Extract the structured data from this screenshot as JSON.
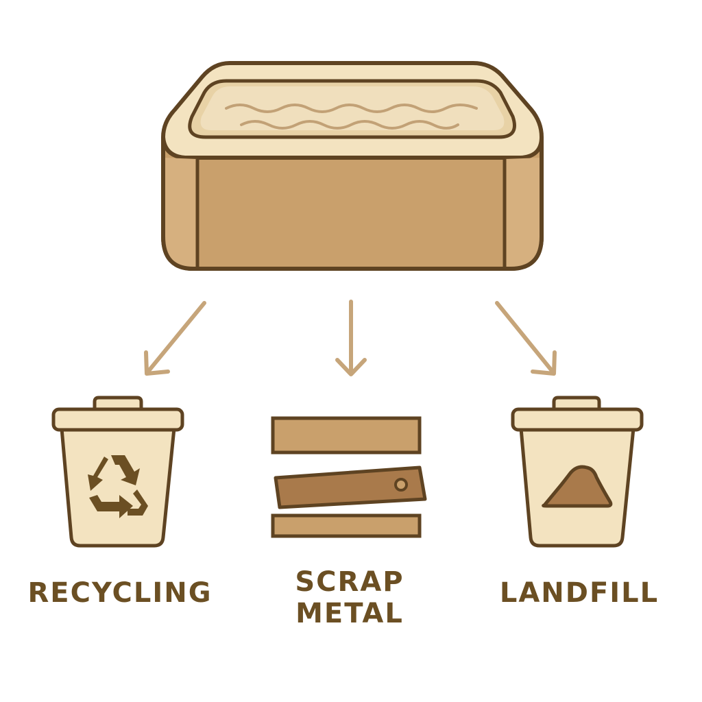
{
  "labels": {
    "recycling": "RECYCLING",
    "scrap_line1": "SCRAP",
    "scrap_line2": "METAL",
    "landfill": "LANDFILL"
  },
  "icons": {
    "source": "hot-tub-icon",
    "recycling_bin": "recycling-bin-icon",
    "recycle_symbol": "recycle-symbol-icon",
    "scrap_metal": "scrap-metal-bars-icon",
    "landfill_bin": "trash-bin-icon",
    "landfill_mound": "dirt-mound-icon"
  },
  "colors": {
    "outline": "#5e4322",
    "cream": "#f3e3c0",
    "tan": "#c9a06c",
    "brown": "#a97a4b",
    "arrow": "#c6a57a",
    "text": "#6b4f23"
  }
}
